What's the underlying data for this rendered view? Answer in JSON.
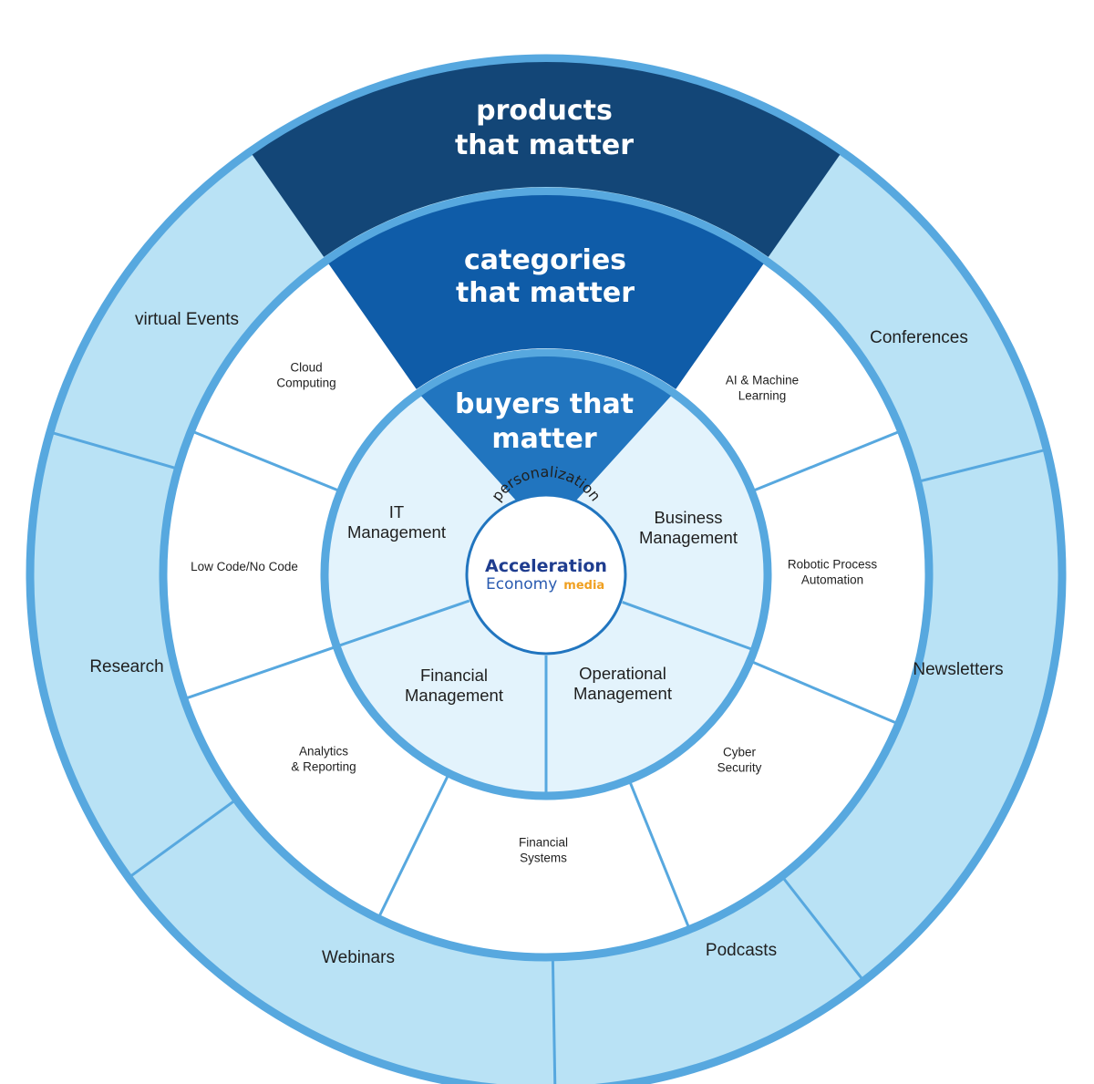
{
  "colors": {
    "ring_light": "#b9e2f5",
    "ring_mid": "#ffffff",
    "ring_inner": "#e3f3fc",
    "stroke": "#57a8df",
    "wedge_products": "#134677",
    "wedge_categories": "#0f5ca8",
    "wedge_buyers": "#2175bf"
  },
  "headers": {
    "products": [
      "products",
      "that matter"
    ],
    "categories": [
      "categories",
      "that matter"
    ],
    "buyers": [
      "buyers that",
      "matter"
    ]
  },
  "outer_ring": [
    [
      "Conferences"
    ],
    [
      "Newsletters"
    ],
    [
      "Podcasts"
    ],
    [
      "Webinars"
    ],
    [
      "Research"
    ],
    [
      "virtual Events"
    ]
  ],
  "middle_ring": [
    [
      "AI & Machine",
      "Learning"
    ],
    [
      "Robotic Process",
      "Automation"
    ],
    [
      "Cyber",
      "Security"
    ],
    [
      "Financial",
      "Systems"
    ],
    [
      "Analytics",
      "& Reporting"
    ],
    [
      "Low Code/No Code"
    ],
    [
      "Cloud",
      "Computing"
    ]
  ],
  "inner_ring": [
    [
      "Business",
      "Management"
    ],
    [
      "Operational",
      "Management"
    ],
    [
      "Financial",
      "Management"
    ],
    [
      "IT",
      "Management"
    ]
  ],
  "center": {
    "arc_text": "personalization",
    "logo_line1": "Acceleration",
    "logo_line2": "Economy",
    "logo_media": "media"
  }
}
